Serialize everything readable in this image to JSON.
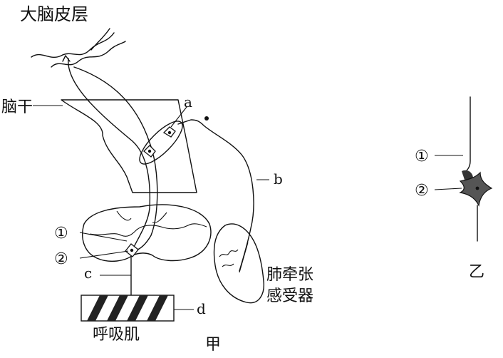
{
  "diagram_jia": {
    "cortex_label": "大脑皮层",
    "brainstem_label": "脑干",
    "label_a": "a",
    "label_b": "b",
    "label_c": "c",
    "label_d": "d",
    "label_1": "①",
    "label_2": "②",
    "receptor_line1": "肺牵张",
    "receptor_line2": "感受器",
    "muscle_label": "呼吸肌",
    "caption": "甲"
  },
  "diagram_yi": {
    "label_1": "①",
    "label_2": "②",
    "caption": "乙"
  }
}
